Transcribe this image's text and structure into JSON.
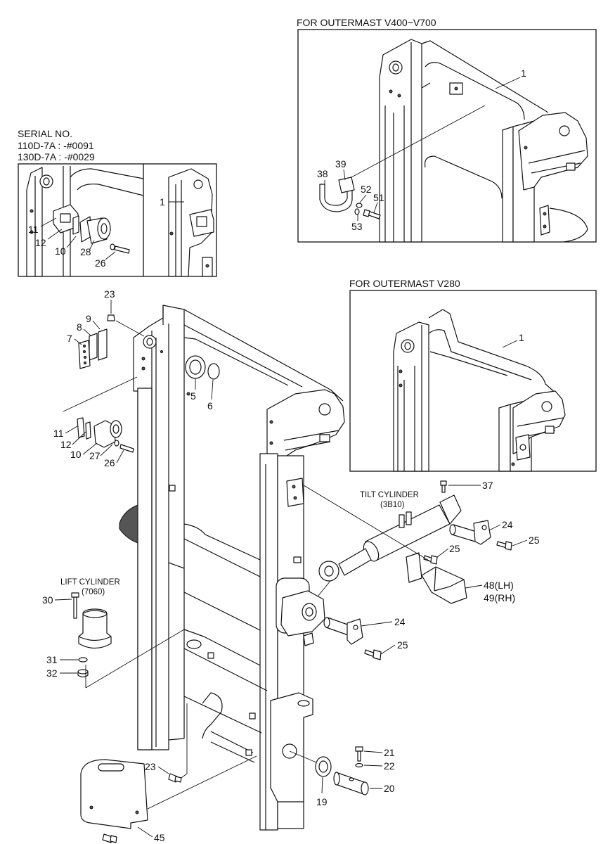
{
  "inset_v400": {
    "title": "FOR OUTERMAST V400~V700",
    "callouts": [
      "1",
      "39",
      "38",
      "52",
      "51",
      "53"
    ]
  },
  "inset_serial": {
    "heading": "SERIAL NO.",
    "lines": [
      "110D-7A : -#0091",
      "130D-7A : -#0029"
    ],
    "callouts": [
      "1",
      "11",
      "12",
      "10",
      "28",
      "26"
    ]
  },
  "inset_v280": {
    "title": "FOR OUTERMAST V280",
    "callouts": [
      "1"
    ]
  },
  "main": {
    "tilt_cylinder": {
      "label": "TILT CYLINDER",
      "code": "(3B10)"
    },
    "lift_cylinder": {
      "label": "LIFT CYLINDER",
      "code": "(7060)"
    },
    "callouts": [
      "23",
      "9",
      "8",
      "7",
      "5",
      "6",
      "11",
      "12",
      "10",
      "27",
      "26",
      "37",
      "24",
      "25",
      "25",
      "48(LH)",
      "49(RH)",
      "24",
      "25",
      "30",
      "31",
      "32",
      "23",
      "21",
      "22",
      "20",
      "19",
      "45"
    ]
  }
}
